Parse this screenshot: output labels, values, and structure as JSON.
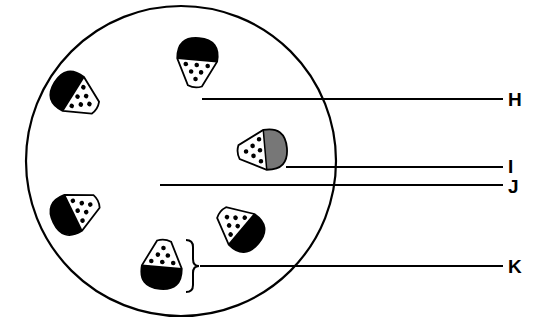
{
  "diagram": {
    "labels": [
      "H",
      "I",
      "J",
      "K"
    ]
  }
}
